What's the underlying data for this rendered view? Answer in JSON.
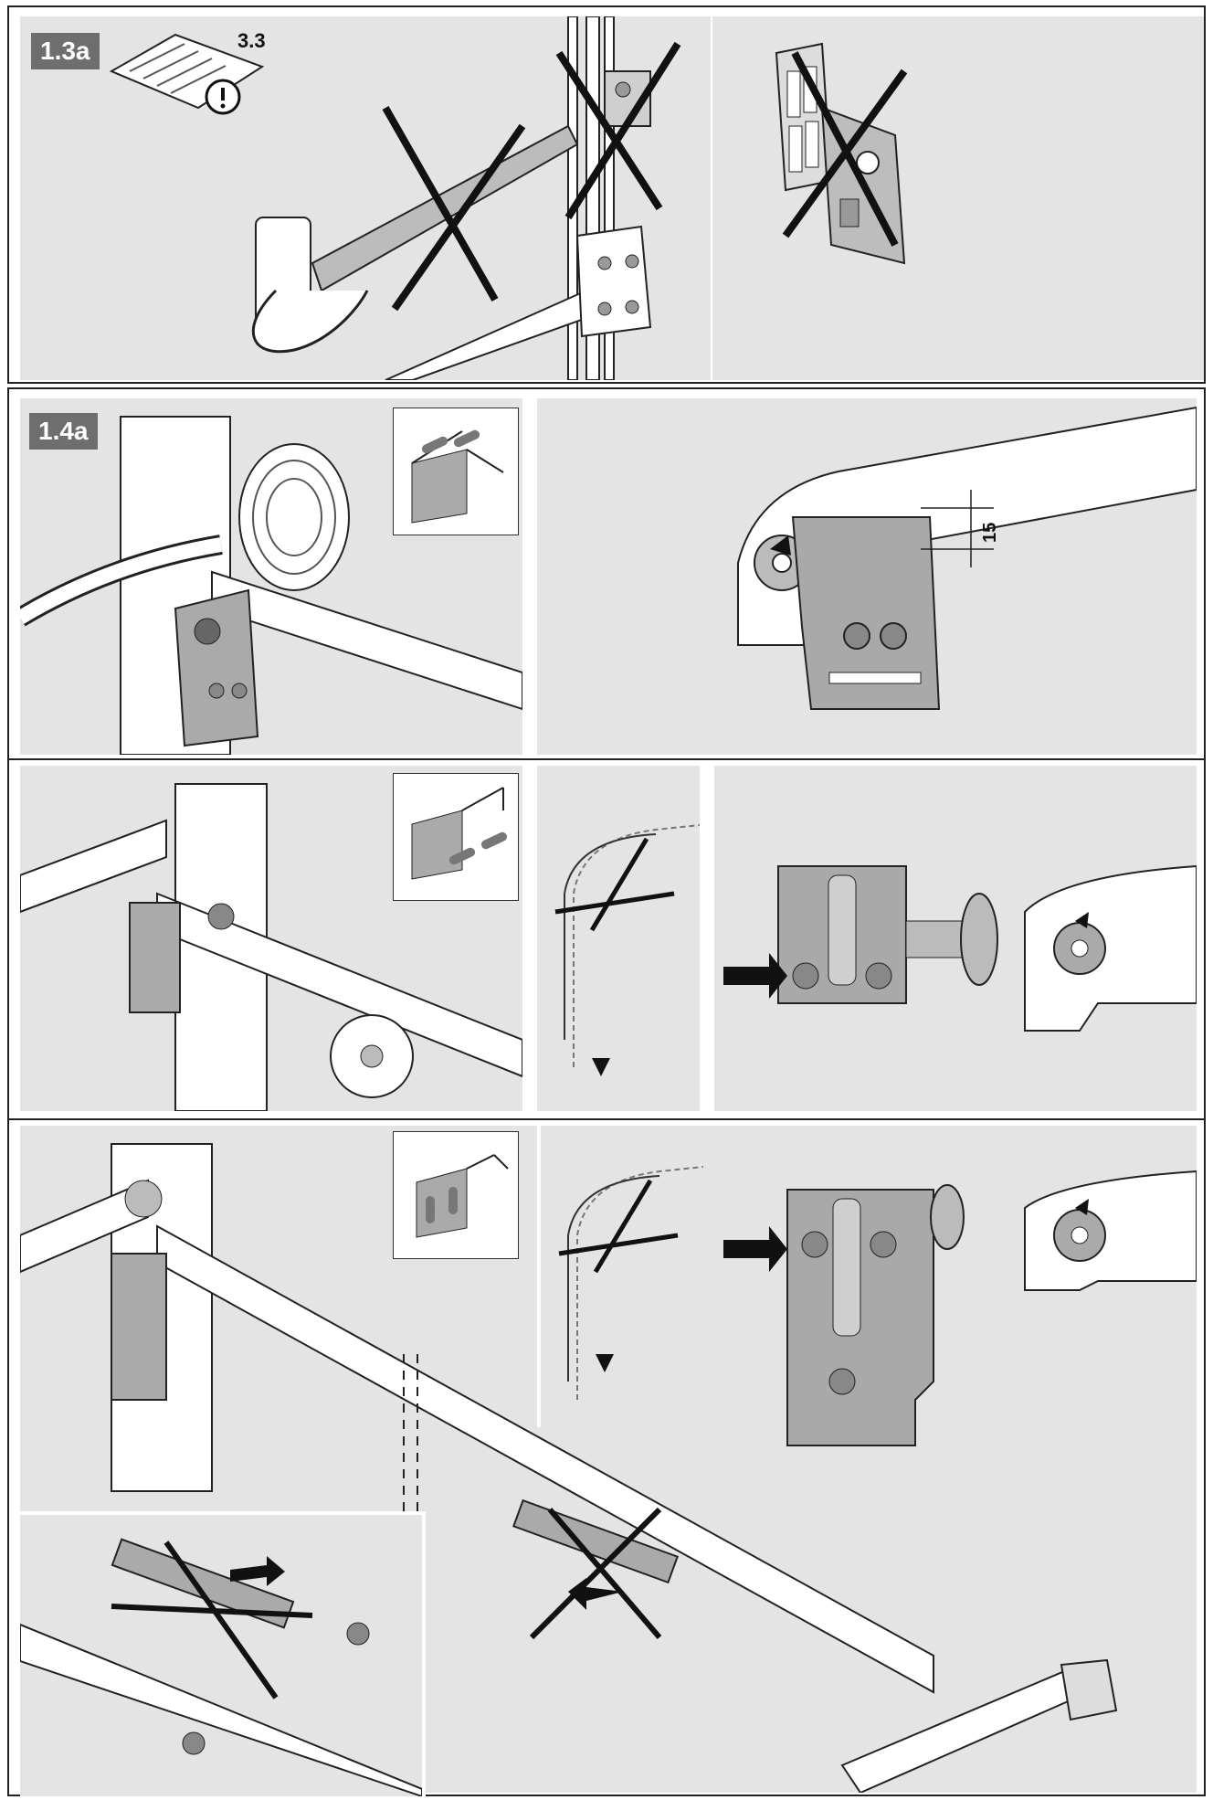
{
  "steps": [
    {
      "label": "1.3a"
    },
    {
      "label": "1.4a"
    }
  ],
  "reference": "3.3",
  "dimension": "15"
}
